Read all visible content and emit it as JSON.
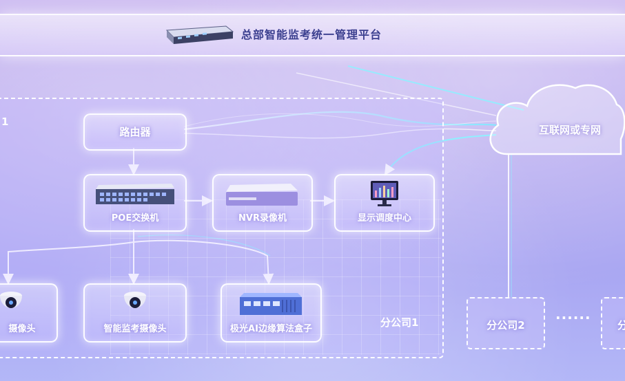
{
  "header": {
    "title": "总部智能监考统一管理平台"
  },
  "cloud": {
    "label": "互联网或专网"
  },
  "branch1": {
    "tag": "1",
    "label": "分公司1",
    "nodes": {
      "router": "路由器",
      "poe_switch": "POE交换机",
      "nvr": "NVR录像机",
      "display_center": "显示调度中心",
      "camera_left": "摄像头",
      "camera_smart": "智能监考摄像头",
      "ai_box": "极光AI边缘算法盒子"
    }
  },
  "branch2": {
    "label": "分公司2"
  },
  "branch3": {
    "label": "分"
  },
  "ellipsis": "······",
  "colors": {
    "accent": "#ffffff",
    "title": "#3b3f8f",
    "flow": "#7fe8ff"
  },
  "icons": [
    "server-rack-icon",
    "cloud-icon",
    "network-switch-icon",
    "nvr-recorder-icon",
    "monitor-icon",
    "dome-camera-icon",
    "edge-box-icon"
  ]
}
